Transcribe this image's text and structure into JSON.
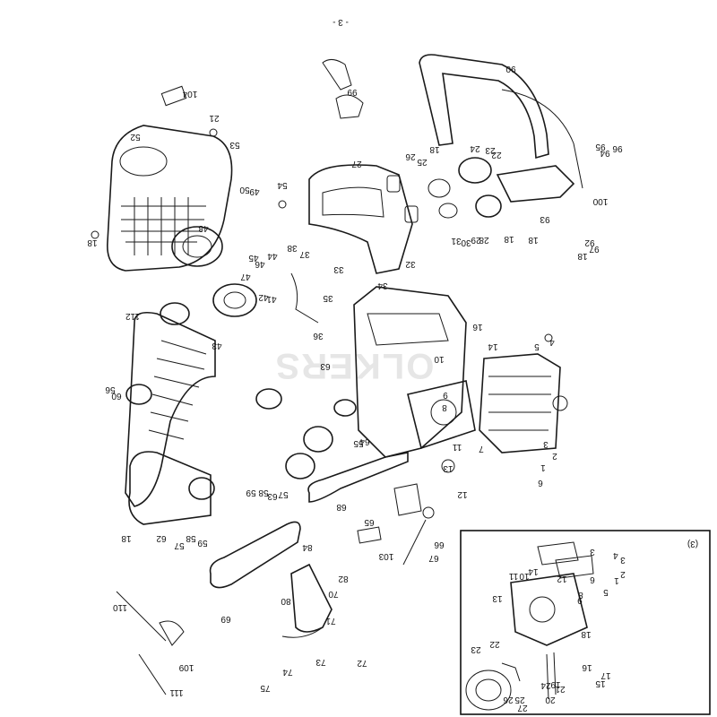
{
  "page_number": "- 3 -",
  "watermark": "OLKERS",
  "inset_label": "(3)",
  "part_labels": [
    "1",
    "2",
    "3",
    "4",
    "5",
    "6",
    "7",
    "8",
    "9",
    "10",
    "11",
    "12",
    "13",
    "14",
    "16",
    "18",
    "18",
    "18",
    "18",
    "18",
    "18",
    "21",
    "22",
    "23",
    "24",
    "25",
    "26",
    "27",
    "28",
    "29",
    "30",
    "31",
    "32",
    "33",
    "34",
    "35",
    "36",
    "37",
    "38",
    "41",
    "42",
    "43",
    "44",
    "45",
    "46",
    "47",
    "48",
    "49",
    "50",
    "52",
    "53",
    "54",
    "55",
    "56",
    "57",
    "57",
    "58",
    "58",
    "59",
    "59",
    "60",
    "62",
    "63",
    "63",
    "64",
    "65",
    "66",
    "67",
    "68",
    "69",
    "70",
    "71",
    "72",
    "73",
    "74",
    "75",
    "80",
    "82",
    "84",
    "90",
    "92",
    "93",
    "94",
    "95",
    "96",
    "97",
    "99",
    "100",
    "103",
    "104",
    "109",
    "110",
    "111",
    "112"
  ],
  "inset_labels": [
    "1",
    "2",
    "3",
    "3",
    "4",
    "5",
    "6",
    "8",
    "9",
    "10",
    "11",
    "12",
    "13",
    "14",
    "15",
    "16",
    "17",
    "18",
    "19",
    "20",
    "21",
    "22",
    "23",
    "24",
    "25",
    "26",
    "27"
  ]
}
